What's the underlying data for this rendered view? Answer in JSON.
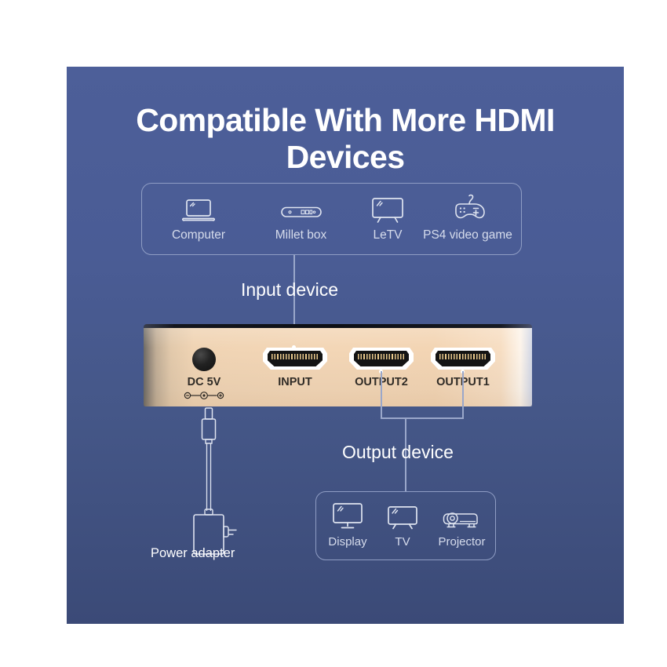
{
  "theme": {
    "panel_bg_top": "#4d5f99",
    "panel_bg_bottom": "#3b4a77",
    "outline": "#8f9dc4",
    "text_white": "#ffffff",
    "label_muted": "#d6dcec",
    "device_gold": "#f3d6b6",
    "port_black": "#141414",
    "pin_gold": "#e8c88b"
  },
  "header": {
    "title_line1": "Compatible With More HDMI",
    "title_line2": "Devices"
  },
  "input_section": {
    "step_label": "Input device",
    "devices": [
      {
        "label": "Computer",
        "icon": "laptop-icon"
      },
      {
        "label": "Millet box",
        "icon": "set-top-box-icon"
      },
      {
        "label": "LeTV",
        "icon": "tv-icon"
      },
      {
        "label": "PS4 video game",
        "icon": "gamepad-icon"
      }
    ]
  },
  "output_section": {
    "step_label": "Output device",
    "devices": [
      {
        "label": "Display",
        "icon": "monitor-icon"
      },
      {
        "label": "TV",
        "icon": "tv-icon"
      },
      {
        "label": "Projector",
        "icon": "projector-icon"
      }
    ]
  },
  "device": {
    "ports": [
      {
        "label": "DC  5V",
        "type": "dc-jack"
      },
      {
        "label": "INPUT",
        "type": "hdmi"
      },
      {
        "label": "OUTPUT2",
        "type": "hdmi"
      },
      {
        "label": "OUTPUT1",
        "type": "hdmi"
      }
    ]
  },
  "power_adapter": {
    "label": "Power adapter"
  }
}
